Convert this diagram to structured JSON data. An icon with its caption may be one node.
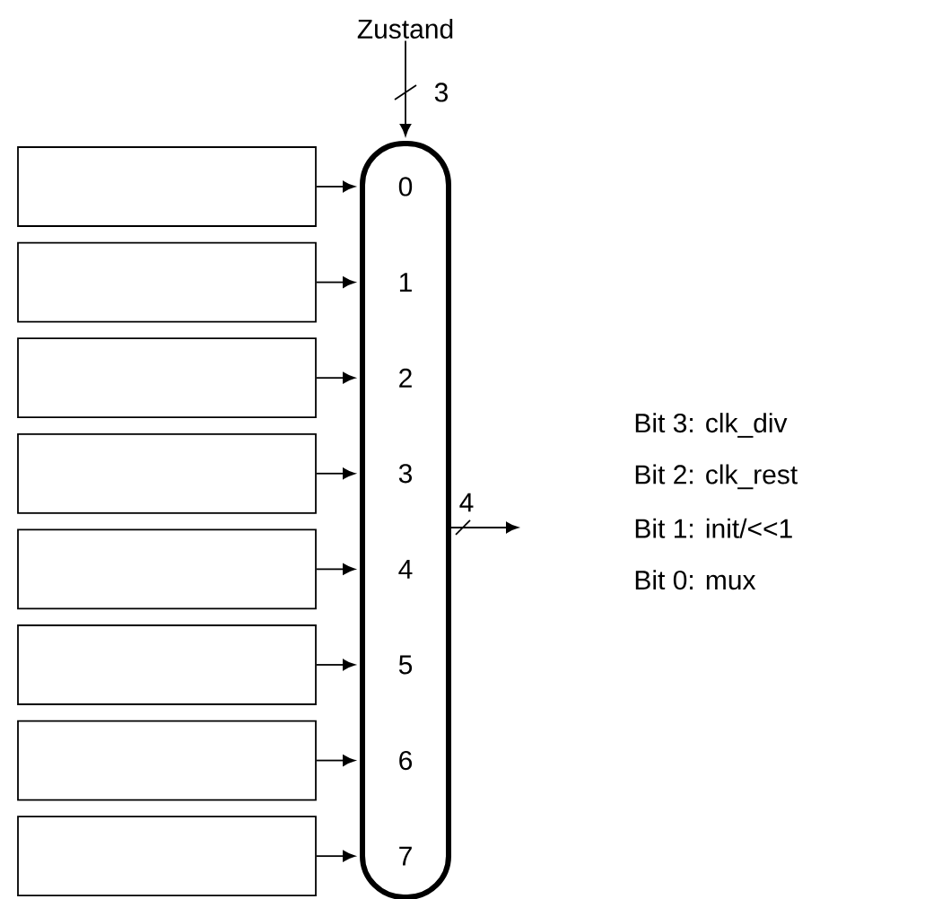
{
  "diagram": {
    "nodes": [
      {
        "text": [
          "Zustand"
        ]
      },
      {
        "text": [],
        "shape": "box"
      },
      {
        "text": [],
        "shape": "box"
      },
      {
        "text": [],
        "shape": "box"
      },
      {
        "text": [],
        "shape": "box"
      },
      {
        "text": [],
        "shape": "box"
      },
      {
        "text": [],
        "shape": "box"
      },
      {
        "text": [],
        "shape": "box"
      },
      {
        "text": [],
        "shape": "box"
      },
      {
        "text": [
          "0",
          "1",
          "2",
          "3",
          "4",
          "5",
          "6",
          "7"
        ]
      }
    ],
    "edges": [
      {
        "from": 0,
        "to": 9,
        "arrow": "to",
        "label": "3"
      },
      {
        "from": 1,
        "to": 9,
        "arrow": "to"
      },
      {
        "from": 2,
        "to": 9,
        "arrow": "to"
      },
      {
        "from": 3,
        "to": 9,
        "arrow": "to"
      },
      {
        "from": 4,
        "to": 9,
        "arrow": "to"
      },
      {
        "from": 5,
        "to": 9,
        "arrow": "to"
      },
      {
        "from": 6,
        "to": 9,
        "arrow": "to"
      },
      {
        "from": 7,
        "to": 9,
        "arrow": "to"
      },
      {
        "from": 8,
        "to": 9,
        "arrow": "to"
      },
      {
        "from": 9,
        "to": null,
        "arrow": "to",
        "label": "4"
      }
    ],
    "labels": [
      "Bit 3: clk_div",
      "Bit 2: clk_rest",
      "Bit 1: init/<<1",
      "Bit 0: mux"
    ]
  }
}
